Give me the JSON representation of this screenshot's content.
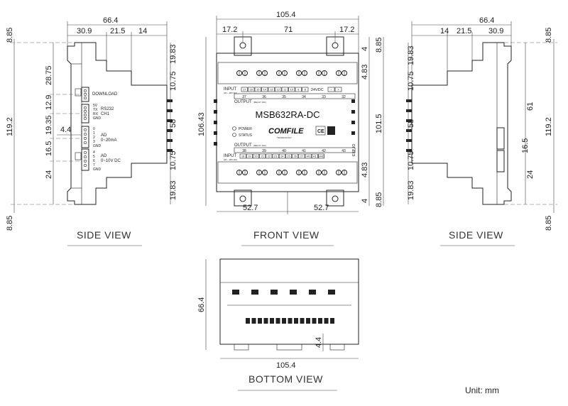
{
  "views": {
    "side_left": "SIDE VIEW",
    "front": "FRONT VIEW",
    "side_right": "SIDE VIEW",
    "bottom": "BOTTOM VIEW"
  },
  "unit_label": "Unit:  mm",
  "left_dims": {
    "width": "66.4",
    "w1": "30.9",
    "w2": "21.5",
    "w3": "14",
    "top_margin": "8.85",
    "height": "119.2",
    "bottom_margin": "8.85",
    "h1": "28.75",
    "h2": "12.9",
    "h3": "19.35",
    "h4": "16.5",
    "h5": "24",
    "offset": "4.4",
    "r1": "19.83",
    "r2": "10.75",
    "r3": "58",
    "r4": "10.75",
    "r5": "19.83"
  },
  "front_dims": {
    "width": "105.4",
    "left": "17.2",
    "center": "71",
    "right": "17.2",
    "height": "106.43",
    "top_gap": "4",
    "top_margin": "8.85",
    "upper": "4.83",
    "body": "101.5",
    "lower": "4.83",
    "bottom_gap": "4",
    "bottom_margin": "8.85",
    "half_left": "52.7",
    "half_right": "52.7"
  },
  "right_dims": {
    "width": "66.4",
    "w1": "14",
    "w2": "21.5",
    "w3": "30.9",
    "top_margin": "8.85",
    "height": "119.2",
    "bottom_margin": "8.85",
    "l1": "19.83",
    "l2": "10.75",
    "l3": "58",
    "l4": "10.75",
    "l5": "19.83",
    "h61": "61",
    "h16": "16.5",
    "h24": "24"
  },
  "bottom_dims": {
    "height": "66.4",
    "width": "105.4",
    "gap": "4.4"
  },
  "side_labels": {
    "download": "DOWNLOAD",
    "rs232": "RS232",
    "ch1": "CH1",
    "rs_pins": [
      "5V",
      "TX",
      "RX",
      "GND"
    ],
    "ad1": "AD",
    "ad1_range": "0~20mA",
    "ad1_pins": [
      "0",
      "1",
      "2",
      "3",
      "GND"
    ],
    "ad2": "AD",
    "ad2_range": "0~10V DC",
    "ad2_pins": [
      "4",
      "5",
      "6",
      "7",
      "GND"
    ]
  },
  "front_panel": {
    "model": "MSB632RA-DC",
    "brand": "COMFILE",
    "brand_sub": "TECHNOLOGY",
    "ce": "CE",
    "power": "POWER",
    "status": "STATUS",
    "input_top": "INPUT",
    "input_top_sub": "(20 ~ 28V DC)",
    "input_top_pins": [
      "17",
      "16",
      "15",
      "14",
      "13",
      "12",
      "11",
      "10",
      "9",
      "8"
    ],
    "supply": "24VDC",
    "supply_pins": [
      "−",
      "+"
    ],
    "output_top_nums": [
      "37",
      "36",
      "35",
      "34",
      "33",
      "32"
    ],
    "output_top": "OUTPUT",
    "relay": "(RELAY 10A)",
    "output_bottom": "OUTPUT",
    "output_bottom_nums": [
      "38",
      "39",
      "40",
      "41",
      "42",
      "43"
    ],
    "input_bottom": "INPUT",
    "input_bottom_sub": "(20 ~ 28V DC)",
    "input_bottom_pins": [
      "18",
      "19",
      "20",
      "21",
      "22",
      "23",
      "24",
      "25",
      "26",
      "27",
      "H0",
      "H1",
      "GND"
    ],
    "exp": "EXP. IO"
  }
}
